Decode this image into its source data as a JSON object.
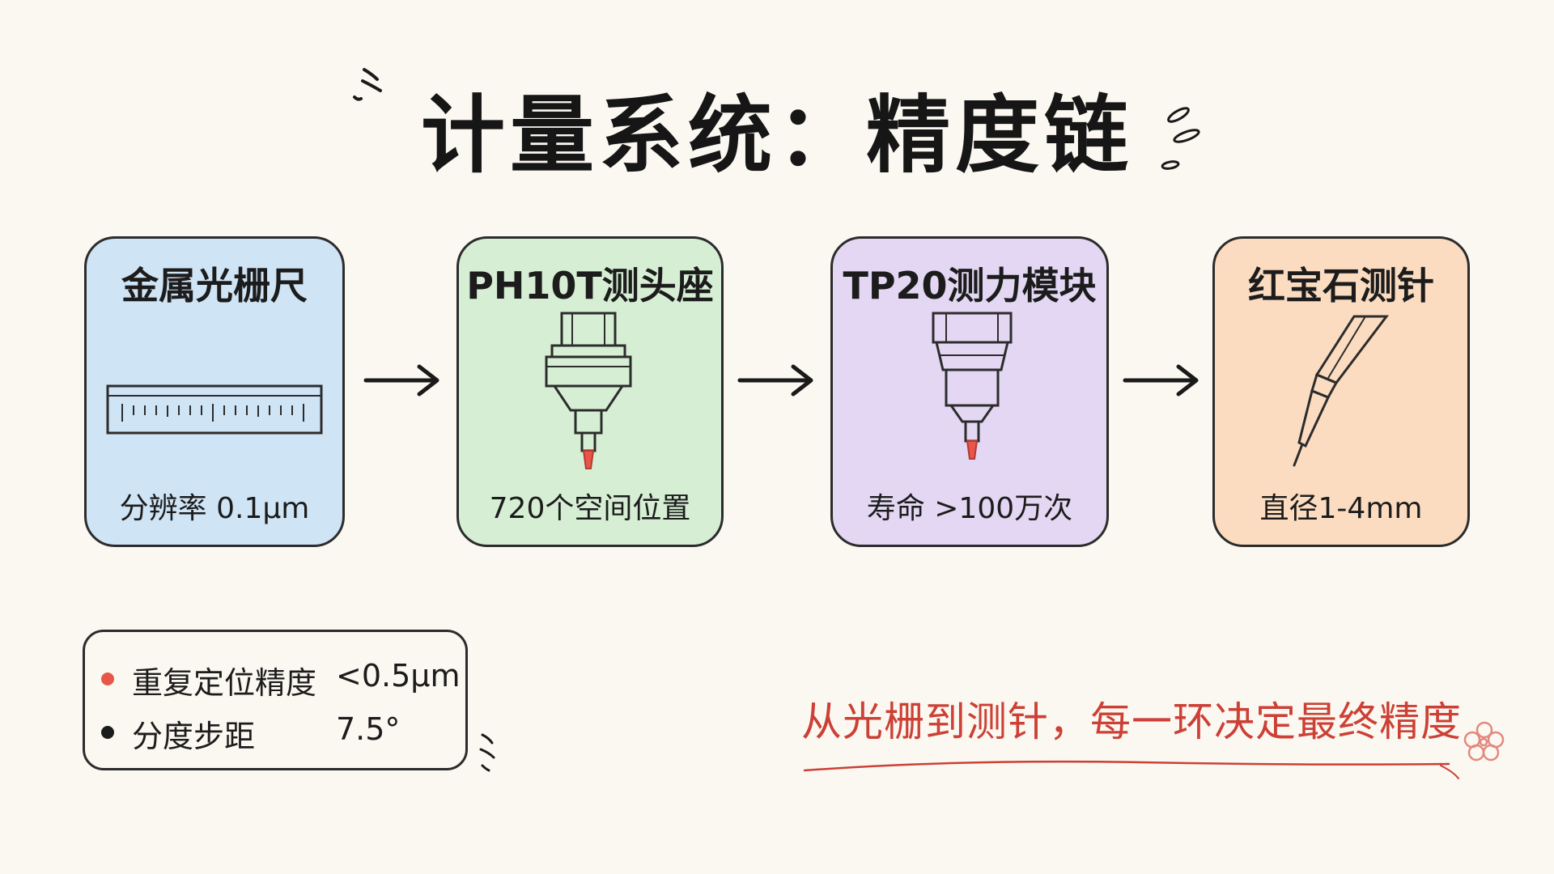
{
  "title": "计量系统：精度链",
  "stages": [
    {
      "title": "金属光栅尺",
      "spec": "分辨率  0.1μm",
      "color": "#cfe4f5",
      "icon": "grating-scale-icon"
    },
    {
      "title": "PH10T测头座",
      "spec": "720个空间位置",
      "color": "#d6efd4",
      "icon": "probe-head-icon"
    },
    {
      "title": "TP20测力模块",
      "spec": "寿命  >100万次",
      "color": "#e3d7f3",
      "icon": "force-module-icon"
    },
    {
      "title": "红宝石测针",
      "spec": "直径1-4mm",
      "color": "#fbdcc0",
      "icon": "stylus-icon"
    }
  ],
  "legend": [
    {
      "label": "重复定位精度",
      "value": "<0.5μm",
      "dot_color": "#e8564b"
    },
    {
      "label": "分度步距",
      "value": "7.5°",
      "dot_color": "#1c1c1c"
    }
  ],
  "tagline": "从光栅到测针，每一环决定最终精度",
  "colors": {
    "accent": "#cc4035",
    "tip": "#e8564b",
    "ink": "#2c2c2c",
    "background": "#fbf8f1"
  }
}
